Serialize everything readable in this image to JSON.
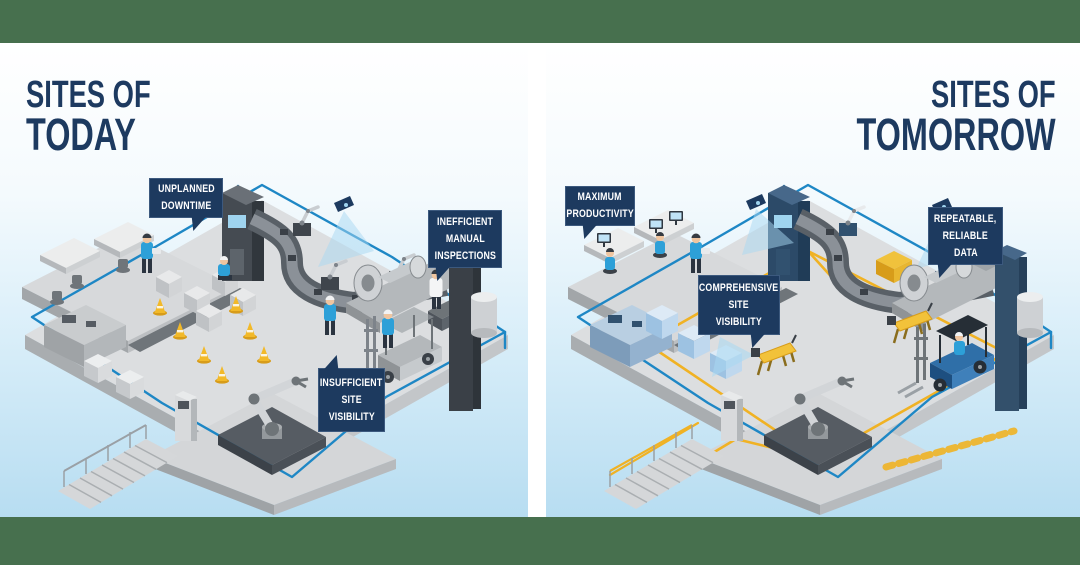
{
  "colors": {
    "band_green": "#47704e",
    "navy": "#1d3a5f",
    "title_navy": "#1d3a60",
    "network_line_blue": "#1e87c5",
    "path_yellow": "#f0b224",
    "worker_blue": "#2da0d8",
    "panel_sky_bottom": "#b7ddf1",
    "cone_yellow": "#f2b929"
  },
  "today": {
    "title_line1": "SITES OF",
    "title_line2": "TODAY",
    "callouts": {
      "downtime": {
        "line1": "UNPLANNED",
        "line2": "DOWNTIME"
      },
      "inspections": {
        "line1": "INEFFICIENT",
        "line2": "MANUAL",
        "line3": "INSPECTIONS"
      },
      "visibility": {
        "line1": "INSUFFICIENT",
        "line2": "SITE",
        "line3": "VISIBILITY"
      }
    }
  },
  "tomorrow": {
    "title_line1": "SITES OF",
    "title_line2": "TOMORROW",
    "callouts": {
      "productivity": {
        "line1": "MAXIMUM",
        "line2": "PRODUCTIVITY"
      },
      "reliable_data": {
        "line1": "REPEATABLE,",
        "line2": "RELIABLE",
        "line3": "DATA"
      },
      "visibility": {
        "line1": "COMPREHENSIVE",
        "line2": "SITE",
        "line3": "VISIBILITY"
      }
    }
  }
}
